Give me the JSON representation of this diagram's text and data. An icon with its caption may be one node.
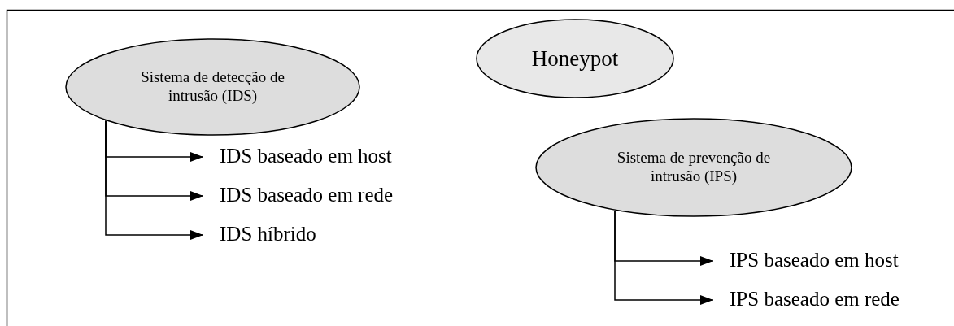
{
  "diagram": {
    "nodes": [
      {
        "text": [
          "Sistema de detecção de intrusão (IDS)"
        ]
      },
      {
        "text": [
          "IDS baseado em host"
        ]
      },
      {
        "text": [
          "IDS baseado em rede"
        ]
      },
      {
        "text": [
          "IDS híbrido"
        ]
      },
      {
        "text": [
          "Honeypot"
        ]
      },
      {
        "text": [
          "Sistema de prevenção de intrusão (IPS)"
        ]
      },
      {
        "text": [
          "IPS baseado em host"
        ]
      },
      {
        "text": [
          "IPS baseado em rede"
        ]
      }
    ],
    "edges": [
      {
        "from": 0,
        "to": 1,
        "arrow": "to"
      },
      {
        "from": 0,
        "to": 2,
        "arrow": "to"
      },
      {
        "from": 0,
        "to": 3,
        "arrow": "to"
      },
      {
        "from": 5,
        "to": 6,
        "arrow": "to"
      },
      {
        "from": 5,
        "to": 7,
        "arrow": "to"
      }
    ]
  }
}
